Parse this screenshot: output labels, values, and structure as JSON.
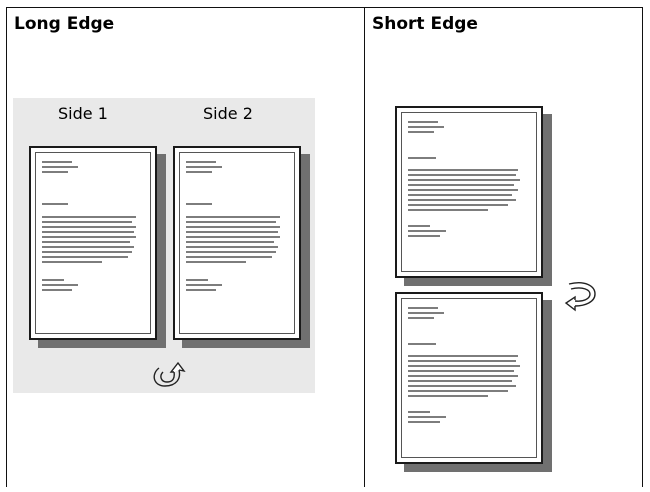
{
  "headers": {
    "long_edge": "Long Edge",
    "short_edge": "Short Edge"
  },
  "long_edge": {
    "side1_label": "Side 1",
    "side2_label": "Side 2",
    "flip_icon": "flip-rotate-icon"
  },
  "short_edge": {
    "flip_icon": "flip-rotate-icon"
  }
}
